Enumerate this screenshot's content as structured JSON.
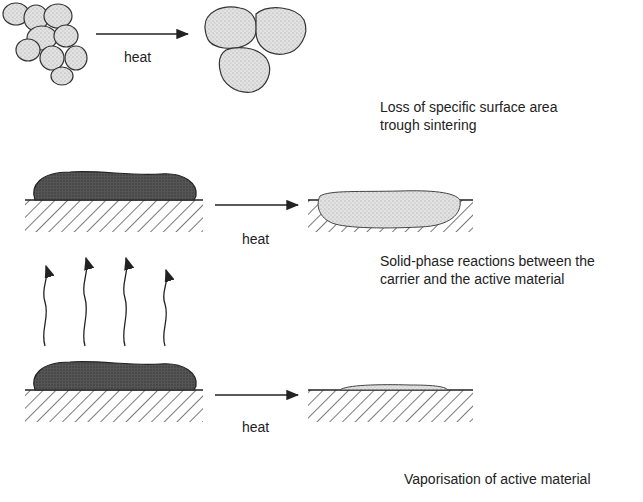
{
  "diagram": {
    "labels": [
      "heat",
      "Loss of specific surface area trough sintering",
      "heat",
      "Solid-phase reactions between the carrier and the active material",
      "heat",
      "Vaporisation of active material"
    ]
  }
}
